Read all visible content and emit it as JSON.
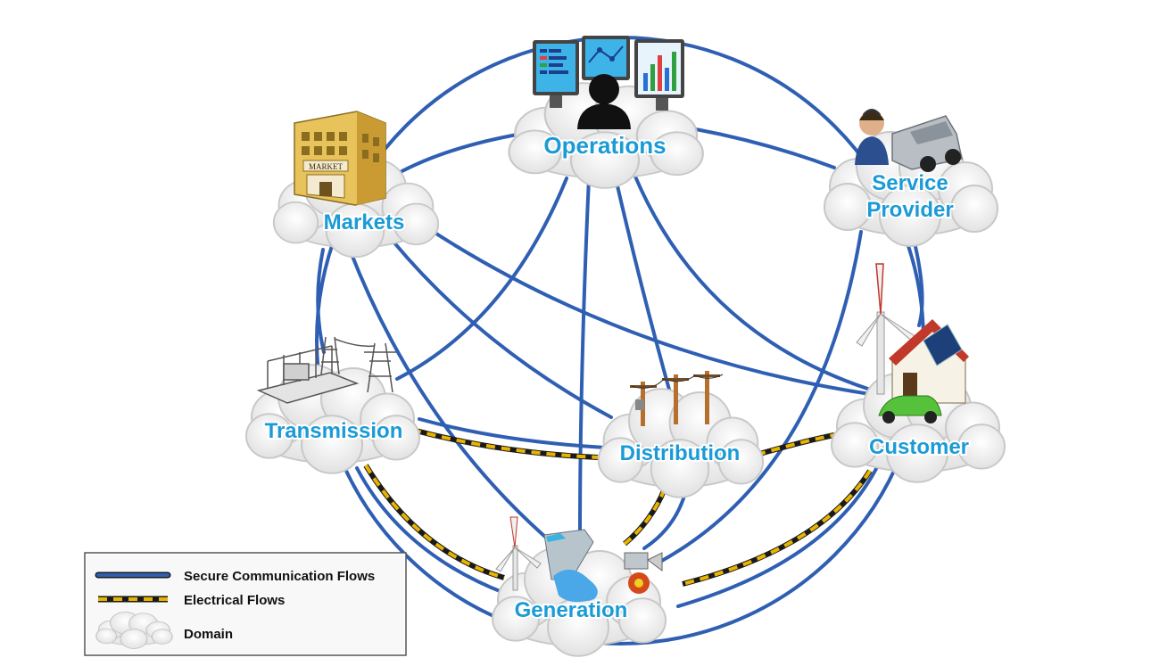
{
  "domains": {
    "operations": {
      "label": "Operations"
    },
    "service_provider": {
      "label_line1": "Service",
      "label_line2": "Provider"
    },
    "markets": {
      "label": "Markets",
      "sign": "MARKET"
    },
    "transmission": {
      "label": "Transmission"
    },
    "distribution": {
      "label": "Distribution"
    },
    "customer": {
      "label": "Customer"
    },
    "generation": {
      "label": "Generation"
    }
  },
  "legend": {
    "secure_label": "Secure Communication Flows",
    "electrical_label": "Electrical Flows",
    "domain_label": "Domain"
  },
  "colors": {
    "secure_flow": "#2f5fb3",
    "electrical_flow": "#e8b400",
    "domain_label": "#1a9bd6",
    "cloud_fill": "#f2f2f2",
    "cloud_stroke": "#c8c8c8"
  },
  "icons": [
    "monitors-operator-icon",
    "truck-technician-icon",
    "market-building-icon",
    "substation-tower-icon",
    "utility-poles-icon",
    "wind-house-car-icon",
    "power-plant-icon"
  ]
}
